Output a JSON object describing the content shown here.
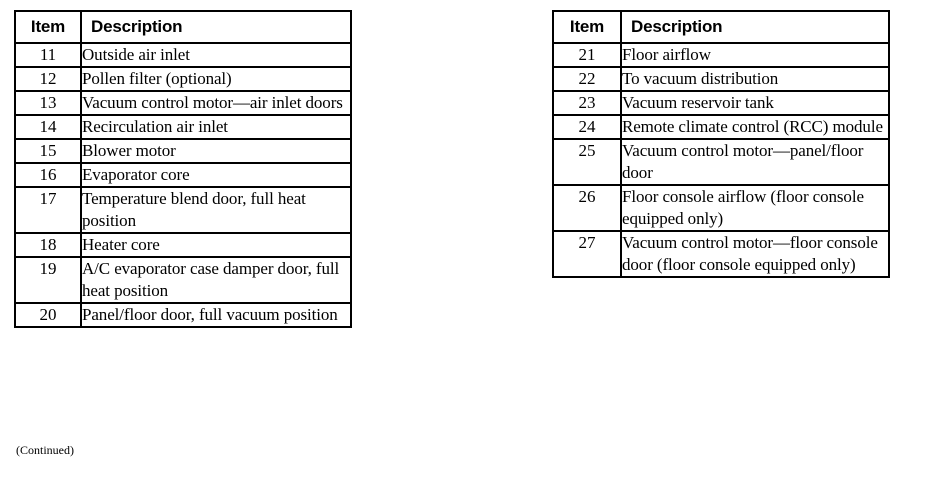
{
  "document": {
    "footnote": "(Continued)"
  },
  "tables": [
    {
      "id": "left",
      "headers": {
        "item": "Item",
        "description": "Description"
      },
      "rows": [
        {
          "item": "11",
          "description": "Outside air inlet"
        },
        {
          "item": "12",
          "description": "Pollen filter (optional)"
        },
        {
          "item": "13",
          "description": "Vacuum control motor—air inlet doors"
        },
        {
          "item": "14",
          "description": "Recirculation air inlet"
        },
        {
          "item": "15",
          "description": "Blower motor"
        },
        {
          "item": "16",
          "description": "Evaporator core"
        },
        {
          "item": "17",
          "description": "Temperature blend door, full heat position"
        },
        {
          "item": "18",
          "description": "Heater core"
        },
        {
          "item": "19",
          "description": "A/C evaporator case damper door, full heat position"
        },
        {
          "item": "20",
          "description": "Panel/floor door, full vacuum position"
        }
      ]
    },
    {
      "id": "right",
      "headers": {
        "item": "Item",
        "description": "Description"
      },
      "rows": [
        {
          "item": "21",
          "description": "Floor airflow"
        },
        {
          "item": "22",
          "description": "To vacuum distribution"
        },
        {
          "item": "23",
          "description": "Vacuum reservoir tank"
        },
        {
          "item": "24",
          "description": "Remote climate control (RCC) module"
        },
        {
          "item": "25",
          "description": "Vacuum control motor—panel/floor door"
        },
        {
          "item": "26",
          "description": "Floor console airflow (floor console equipped only)"
        },
        {
          "item": "27",
          "description": "Vacuum control motor—floor console door (floor console equipped only)"
        }
      ]
    }
  ],
  "colors": {
    "background": "#ffffff",
    "border": "#000000",
    "text": "#000000"
  }
}
